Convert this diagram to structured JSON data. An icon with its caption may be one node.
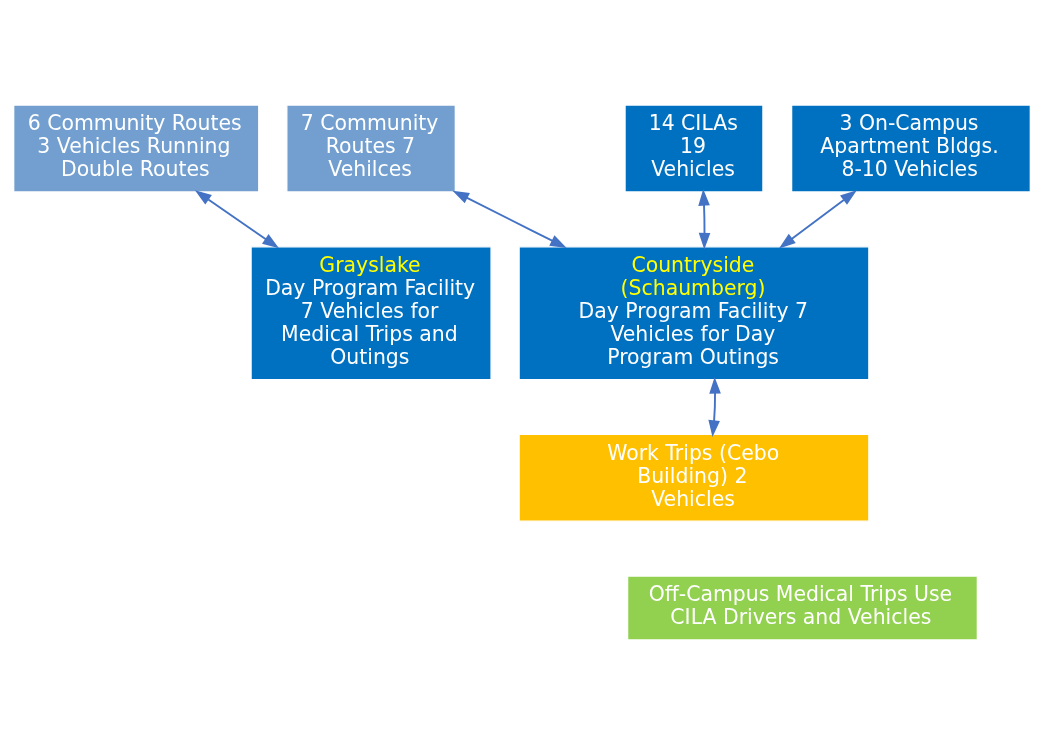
{
  "diagram": {
    "nodes": [
      {
        "text": [
          "6 Community Routes 3 Vehicles Running Double Routes"
        ]
      },
      {
        "text": [
          "14 CILAs 19 Vehicles"
        ]
      },
      {
        "text": [
          "3 On-Campus Apartment Bldgs. 8-10 Vehicles"
        ]
      },
      {
        "text": [
          "7 Community Routes 7 Vehilces"
        ]
      },
      {
        "text": [
          "Grayslake",
          "Day Program Facility 7 Vehicles for Medical Trips and Outings"
        ]
      },
      {
        "text": [
          "Countryside (Schaumberg)",
          "Day Program Facility 7 Vehicles for Day Program Outings"
        ]
      },
      {
        "text": [
          "Work Trips (Cebo Building) 2 Vehicles"
        ]
      },
      {
        "text": [
          "Off-Campus Medical Trips Use CILA Drivers and Vehicles"
        ]
      }
    ],
    "edges": [
      {
        "from": 0,
        "to": 4,
        "arrow": "both"
      },
      {
        "from": 5,
        "to": 1,
        "arrow": "both"
      },
      {
        "from": 5,
        "to": 2,
        "arrow": "both"
      },
      {
        "from": 5,
        "to": 3,
        "arrow": "both"
      },
      {
        "from": 5,
        "to": 6,
        "arrow": "both"
      }
    ]
  }
}
